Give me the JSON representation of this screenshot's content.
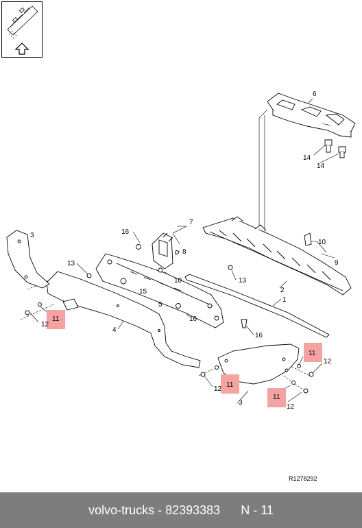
{
  "reference_code": "R1278292",
  "footer": {
    "brand": "volvo-trucks",
    "separator": " - ",
    "part_number": "82393383",
    "page": "N - 11"
  },
  "callouts": {
    "c1": "1",
    "c2": "2",
    "c3a": "3",
    "c3b": "3",
    "c4": "4",
    "c5": "5",
    "c6": "6",
    "c7": "7",
    "c8": "8",
    "c9": "9",
    "c10a": "10",
    "c10b": "10",
    "c11a": "11",
    "c11b": "11",
    "c11c": "11",
    "c11d": "11",
    "c12a": "12",
    "c12b": "12",
    "c12c": "12",
    "c12d": "12",
    "c13a": "13",
    "c13b": "13",
    "c14a": "14",
    "c14b": "14",
    "c15": "15",
    "c16a": "16",
    "c16b": "16",
    "c16c": "16"
  },
  "colors": {
    "highlight": "#f4a3a3",
    "footer_bg": "#7d7d7d",
    "footer_text": "#ffffff"
  },
  "icons": {
    "thumbnail": "vehicle-top-view-icon",
    "direction": "up-arrow-icon"
  }
}
